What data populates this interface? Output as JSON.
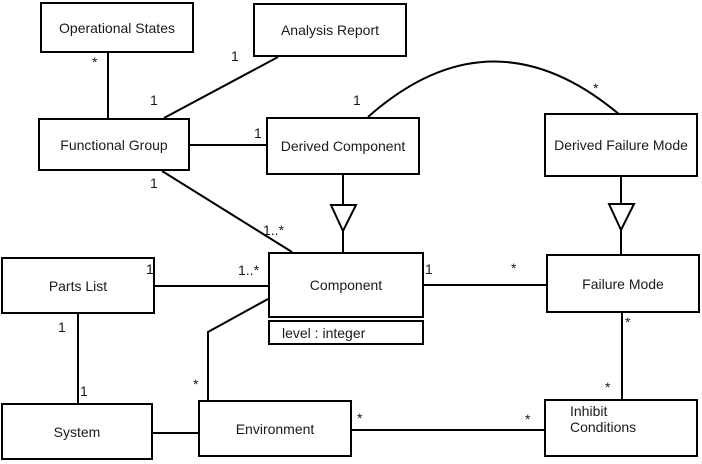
{
  "diagram_type": "UML class diagram",
  "colors": {
    "line": "#000000",
    "box_fill": "#ffffff",
    "background": "#ffffff",
    "text": "#000000"
  },
  "classes": [
    {
      "id": "operational-states",
      "label": "Operational States"
    },
    {
      "id": "analysis-report",
      "label": "Analysis Report"
    },
    {
      "id": "functional-group",
      "label": "Functional Group"
    },
    {
      "id": "derived-component",
      "label": "Derived Component"
    },
    {
      "id": "derived-failure-mode",
      "label": "Derived Failure Mode"
    },
    {
      "id": "parts-list",
      "label": "Parts List"
    },
    {
      "id": "component",
      "label": "Component",
      "attribute": "level : integer"
    },
    {
      "id": "failure-mode",
      "label": "Failure Mode"
    },
    {
      "id": "system",
      "label": "System"
    },
    {
      "id": "environment",
      "label": "Environment"
    },
    {
      "id": "inhibit-conditions",
      "label": "Inhibit\nConditions"
    }
  ],
  "relationships": [
    {
      "from": "Operational States",
      "to": "Functional Group",
      "type": "association",
      "labels": [
        {
          "end": "Operational States",
          "text": "*"
        }
      ]
    },
    {
      "from": "Analysis Report",
      "to": "Functional Group",
      "type": "association",
      "labels": [
        {
          "end": "Analysis Report",
          "text": "1"
        },
        {
          "end": "Functional Group",
          "text": "1"
        }
      ]
    },
    {
      "from": "Functional Group",
      "to": "Derived Component",
      "type": "association",
      "labels": [
        {
          "end": "Derived Component",
          "text": "1"
        }
      ]
    },
    {
      "from": "Functional Group",
      "to": "Component",
      "type": "association",
      "labels": [
        {
          "end": "Functional Group",
          "text": "1"
        },
        {
          "end": "Component",
          "text": "1..*"
        }
      ]
    },
    {
      "from": "Derived Component",
      "to": "Derived Failure Mode",
      "type": "association-arc",
      "labels": [
        {
          "end": "Derived Component",
          "text": "1"
        },
        {
          "end": "Derived Failure Mode",
          "text": "*"
        }
      ]
    },
    {
      "from": "Derived Component",
      "to": "Component",
      "type": "generalization",
      "labels": []
    },
    {
      "from": "Derived Failure Mode",
      "to": "Failure Mode",
      "type": "generalization",
      "labels": []
    },
    {
      "from": "Parts List",
      "to": "Component",
      "type": "association",
      "labels": [
        {
          "end": "Parts List",
          "text": "1"
        },
        {
          "end": "Component",
          "text": "1..*"
        }
      ]
    },
    {
      "from": "Component",
      "to": "Failure Mode",
      "type": "association",
      "labels": [
        {
          "end": "Component",
          "text": "1"
        },
        {
          "end": "Failure Mode",
          "text": "*"
        }
      ]
    },
    {
      "from": "Parts List",
      "to": "System",
      "type": "association",
      "labels": [
        {
          "end": "Parts List",
          "text": "1"
        },
        {
          "end": "System",
          "text": "1"
        }
      ]
    },
    {
      "from": "Component",
      "to": "Environment",
      "type": "association",
      "labels": [
        {
          "end": "Environment",
          "text": "*"
        }
      ]
    },
    {
      "from": "System",
      "to": "Environment",
      "type": "association",
      "labels": []
    },
    {
      "from": "Environment",
      "to": "Inhibit Conditions",
      "type": "association",
      "labels": [
        {
          "end": "Environment",
          "text": "*"
        },
        {
          "end": "Inhibit Conditions",
          "text": "*"
        }
      ]
    },
    {
      "from": "Failure Mode",
      "to": "Inhibit Conditions",
      "type": "association",
      "labels": [
        {
          "end": "Failure Mode",
          "text": "*"
        },
        {
          "end": "Inhibit Conditions",
          "text": "*"
        }
      ]
    }
  ]
}
